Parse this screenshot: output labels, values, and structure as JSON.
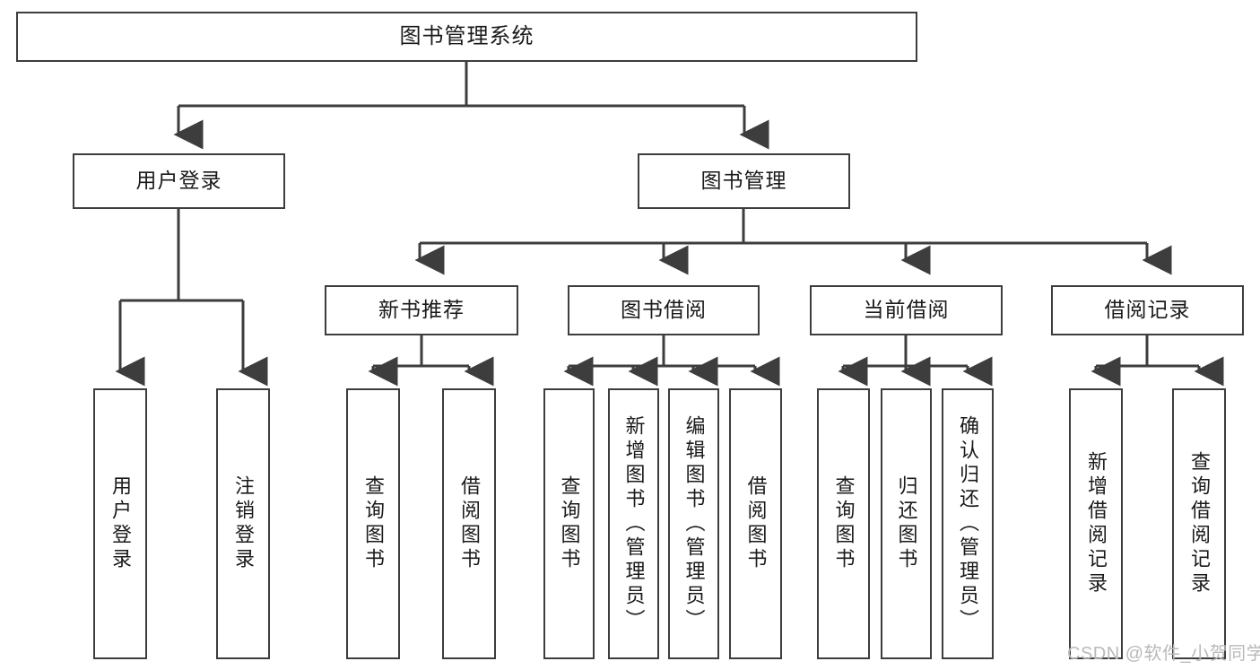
{
  "diagram": {
    "title": "图书管理系统",
    "watermark": "CSDN @软件_小贺同学",
    "levels": {
      "root": {
        "label": "图书管理系统"
      },
      "level2": [
        {
          "label": "用户登录"
        },
        {
          "label": "图书管理"
        }
      ],
      "level3": [
        {
          "label": "新书推荐"
        },
        {
          "label": "图书借阅"
        },
        {
          "label": "当前借阅"
        },
        {
          "label": "借阅记录"
        }
      ],
      "leaves": {
        "user_login": [
          {
            "label": "用户登录"
          },
          {
            "label": "注销登录"
          }
        ],
        "new_book_recommend": [
          {
            "label": "查询图书"
          },
          {
            "label": "借阅图书"
          }
        ],
        "book_borrow": [
          {
            "label": "查询图书"
          },
          {
            "label": "新增图书（管理员）"
          },
          {
            "label": "编辑图书（管理员）"
          },
          {
            "label": "借阅图书"
          }
        ],
        "current_borrow": [
          {
            "label": "查询图书"
          },
          {
            "label": "归还图书"
          },
          {
            "label": "确认归还（管理员）"
          }
        ],
        "borrow_record": [
          {
            "label": "新增借阅记录"
          },
          {
            "label": "查询借阅记录"
          }
        ]
      }
    },
    "colors": {
      "stroke": "#3d3d3d",
      "fill": "#ffffff",
      "text": "#1a1a1a",
      "watermark": "#b9b9b9"
    }
  }
}
